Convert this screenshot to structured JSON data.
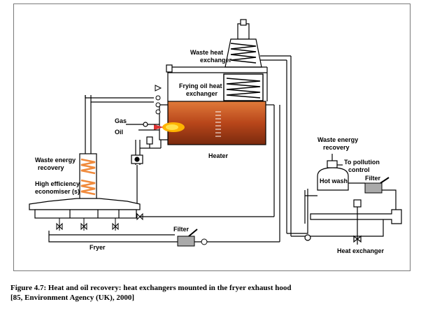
{
  "diagram": {
    "labels": {
      "waste_heat_exchanger": [
        "Waste heat",
        "exchanger"
      ],
      "frying_oil_heat_exchanger": [
        "Frying oil heat",
        "exchanger"
      ],
      "gas": "Gas",
      "oil": "Oil",
      "heater": "Heater",
      "waste_energy_recovery_left": [
        "Waste energy",
        "recovery"
      ],
      "high_efficiency_economiser": [
        "High efficiency",
        "economiser (s)"
      ],
      "waste_energy_recovery_right": [
        "Waste energy",
        "recovery"
      ],
      "to_pollution_control": [
        "To pollution",
        "control"
      ],
      "hot_wash": "Hot wash",
      "filter_right": "Filter",
      "filter_bottom": "Filter",
      "fryer": "Fryer",
      "heat_exchanger": "Heat exchanger"
    },
    "colors": {
      "heater_body": "#c9521a",
      "coil": "#f08a3c",
      "flame": "#ffb400"
    }
  },
  "caption": {
    "line1": "Figure 4.7: Heat and oil recovery: heat exchangers mounted in the fryer exhaust hood",
    "line2": "[85, Environment Agency (UK), 2000]"
  }
}
